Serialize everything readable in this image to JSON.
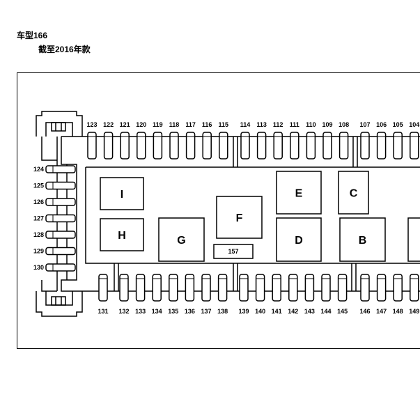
{
  "header": {
    "title": "车型166",
    "subtitle": "截至2016年款"
  },
  "fuses": {
    "top_left_group": [
      "123",
      "122",
      "121",
      "120",
      "119",
      "118",
      "117",
      "116",
      "115"
    ],
    "top_middle_group": [
      "114",
      "113",
      "112",
      "111",
      "110",
      "109",
      "108"
    ],
    "top_right_group": [
      "107",
      "106",
      "105",
      "104"
    ],
    "left_column": [
      "124",
      "125",
      "126",
      "127",
      "128",
      "129",
      "130"
    ],
    "bottom_left_single": [
      "131"
    ],
    "bottom_left_group": [
      "132",
      "133",
      "134",
      "135",
      "136",
      "137",
      "138"
    ],
    "bottom_middle_group": [
      "139",
      "140",
      "141",
      "142",
      "143",
      "144",
      "145"
    ],
    "bottom_right_group": [
      "146",
      "147",
      "148",
      "149"
    ]
  },
  "relays": [
    {
      "label": "I"
    },
    {
      "label": "H"
    },
    {
      "label": "G"
    },
    {
      "label": "F"
    },
    {
      "label": "157"
    },
    {
      "label": "E"
    },
    {
      "label": "D"
    },
    {
      "label": "C"
    },
    {
      "label": "B"
    }
  ]
}
